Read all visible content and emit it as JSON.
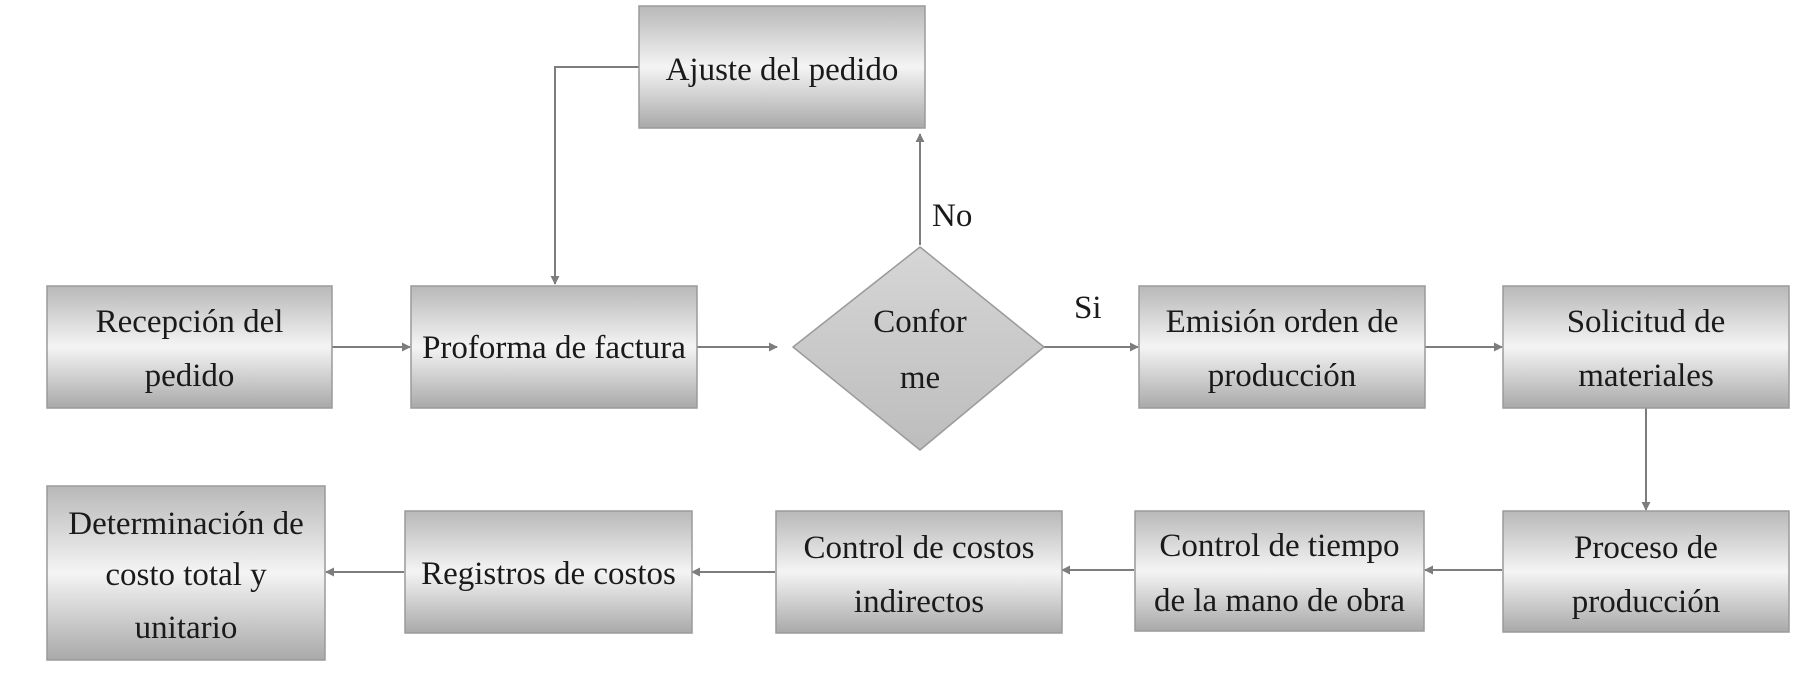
{
  "colors": {
    "box_center": "#f4f4f4",
    "box_edge": "#a9a9a9",
    "diamond": "#c8c8c8",
    "arrow": "#7d7d7d",
    "text": "#1a1a1a"
  },
  "nodes": {
    "ajuste": {
      "lines": [
        "Ajuste del pedido"
      ]
    },
    "recepcion": {
      "lines": [
        "Recepción del",
        "pedido"
      ]
    },
    "proforma": {
      "lines": [
        "Proforma de factura"
      ]
    },
    "conforme": {
      "lines": [
        "Confor",
        "me"
      ]
    },
    "emision": {
      "lines": [
        "Emisión orden de",
        "producción"
      ]
    },
    "solicitud": {
      "lines": [
        "Solicitud de",
        "materiales"
      ]
    },
    "proceso": {
      "lines": [
        "Proceso de",
        "producción"
      ]
    },
    "tiempo": {
      "lines": [
        "Control de tiempo",
        "de la mano de obra"
      ]
    },
    "indirectos": {
      "lines": [
        "Control de costos",
        "indirectos"
      ]
    },
    "registros": {
      "lines": [
        "Registros de costos"
      ]
    },
    "determinacion": {
      "lines": [
        "Determinación de",
        "costo total y",
        "unitario"
      ]
    }
  },
  "edge_labels": {
    "no": "No",
    "si": "Si"
  }
}
